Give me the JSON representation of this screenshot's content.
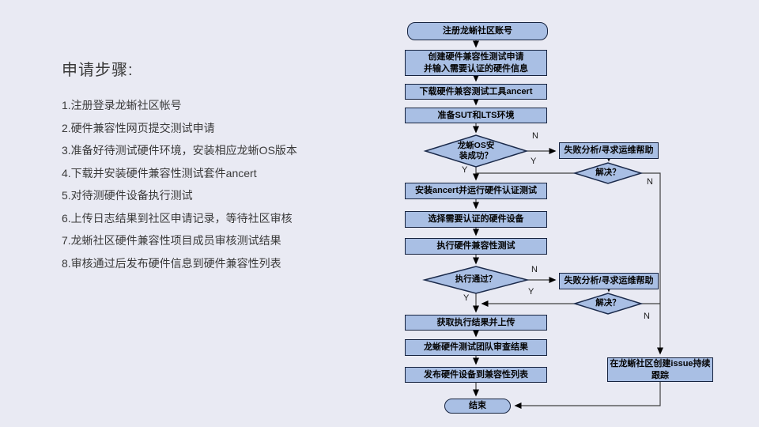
{
  "slide": {
    "background_color": "#e9eaf3"
  },
  "left_panel": {
    "title": "申请步骤:",
    "steps": [
      "1.注册登录龙蜥社区帐号",
      "2.硬件兼容性网页提交测试申请",
      "3.准备好待测试硬件环境，安装相应龙蜥OS版本",
      "4.下载并安装硬件兼容性测试套件ancert",
      "5.对待测硬件设备执行测试",
      "6.上传日志结果到社区申请记录，等待社区审核",
      "7.龙蜥社区硬件兼容性项目成员审核测试结果",
      "8.审核通过后发布硬件信息到硬件兼容性列表"
    ]
  },
  "flowchart": {
    "nodes": {
      "start": "注册龙蜥社区账号",
      "create_request": "创建硬件兼容性测试申请\n并输入需要认证的硬件信息",
      "download_tool": "下载硬件兼容测试工具ancert",
      "prepare_env": "准备SUT和LTS环境",
      "os_install_ok": "龙蜥OS安\n装成功？",
      "install_ancert": "安装ancert并运行硬件认证测试",
      "select_devices": "选择需要认证的硬件设备",
      "run_test": "执行硬件兼容性测试",
      "test_passed": "执行通过？",
      "get_results": "获取执行结果并上传",
      "team_review": "龙蜥硬件测试团队审查结果",
      "publish": "发布硬件设备到兼容性列表",
      "end": "结束",
      "fail_analysis_1": "失败分析/寻求运维帮助",
      "resolved_1": "解决？",
      "fail_analysis_2": "失败分析/寻求运维帮助",
      "resolved_2": "解决？",
      "create_issue": "在龙蜥社区创建issue持续\n跟踪"
    },
    "branch_labels": {
      "yes": "Y",
      "no": "N"
    },
    "colors": {
      "node_fill": "#a9bfe4",
      "node_border": "#16233f",
      "connector": "#404040",
      "arrowhead": "#000000"
    }
  }
}
